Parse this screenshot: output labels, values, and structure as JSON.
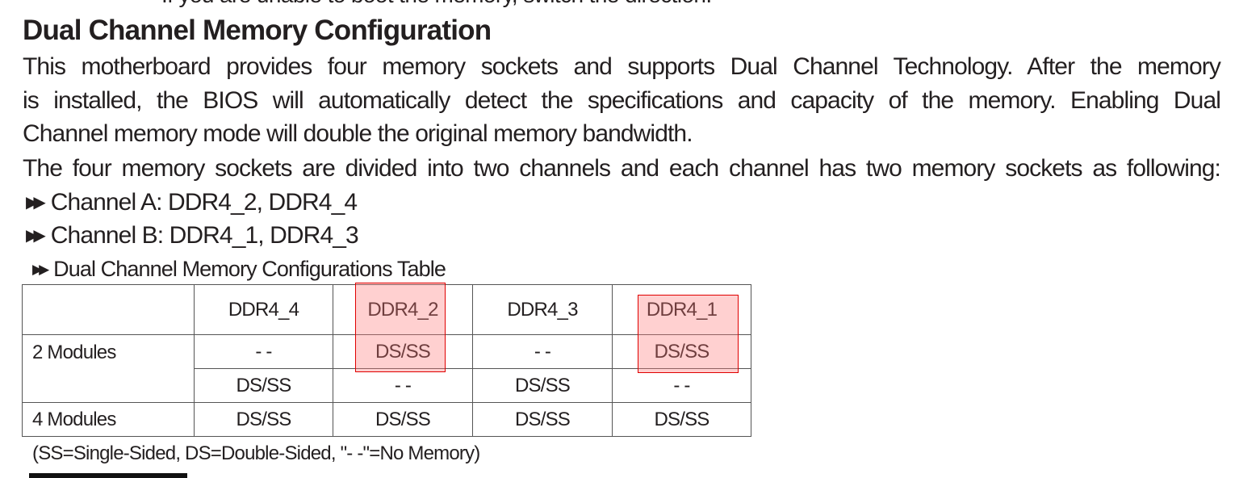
{
  "cut_text": "If you are unable to boot the memory, switch the direction.",
  "heading": "Dual Channel Memory Configuration",
  "paragraph_lines": [
    "This motherboard provides four memory sockets and supports Dual Channel Technology. After the memory",
    "is installed, the BIOS will automatically detect the specifications and capacity of the memory. Enabling Dual",
    "Channel memory mode will double the original memory bandwidth.",
    "The four memory sockets are divided into two channels and each channel has two memory sockets as following:"
  ],
  "bullets": [
    {
      "icon": "double-arrow-right-icon",
      "text": "Channel A: DDR4_2, DDR4_4"
    },
    {
      "icon": "double-arrow-right-icon",
      "text": "Channel B: DDR4_1, DDR4_3"
    }
  ],
  "table_caption": "Dual Channel Memory Configurations Table",
  "table": {
    "headers": [
      "",
      "DDR4_4",
      "DDR4_2",
      "DDR4_3",
      "DDR4_1"
    ],
    "rows": [
      {
        "label": "2 Modules",
        "cells": [
          "- -",
          "DS/SS",
          "- -",
          "DS/SS"
        ]
      },
      {
        "label": "",
        "cells": [
          "DS/SS",
          "- -",
          "DS/SS",
          "- -"
        ]
      },
      {
        "label": "4 Modules",
        "cells": [
          "DS/SS",
          "DS/SS",
          "DS/SS",
          "DS/SS"
        ]
      }
    ],
    "highlighted_columns": [
      "DDR4_2",
      "DDR4_1"
    ],
    "highlight_color": "#ff7878",
    "highlight_border": "#e00000"
  },
  "footnote": "(SS=Single-Sided, DS=Double-Sided, \"- -\"=No Memory)",
  "arrow_glyph": "▶▶"
}
